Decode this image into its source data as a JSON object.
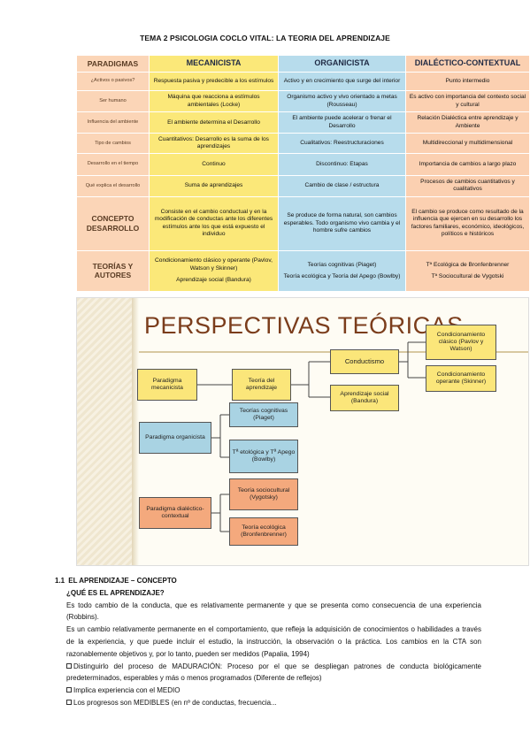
{
  "document": {
    "title": "TEMA 2 PSICOLOGIA COCLO VITAL: LA TEORIA DEL APRENDIZAJE"
  },
  "table": {
    "headers": [
      "PARADIGMAS",
      "MECANICISTA",
      "ORGANICISTA",
      "DIALÉCTICO-CONTEXTUAL"
    ],
    "rows": [
      [
        "¿Activos o pasivos?",
        "Respuesta pasiva y predecible a los estímulos",
        "Activo y en crecimiento que surge del interior",
        "Punto intermedio"
      ],
      [
        "Ser humano",
        "Máquina que reacciona a estímulos ambientales (Locke)",
        "Organismo activo y vivo orientado a metas (Rousseau)",
        "Es activo con importancia del contexto social y cultural"
      ],
      [
        "Influencia del ambiente",
        "El ambiente determina el Desarrollo",
        "El ambiente puede acelerar o frenar el Desarrollo",
        "Relación Dialéctica entre aprendizaje y Ambiente"
      ],
      [
        "Tipo de cambios",
        "Cuantitativos: Desarrollo es la suma de los aprendizajes",
        "Cualitativos: Reestructuraciones",
        "Multidireccional y multidimensional"
      ],
      [
        "Desarrollo en el tiempo",
        "Continuo",
        "Discontinuo: Etapas",
        "Importancia de cambios a largo plazo"
      ],
      [
        "Qué explica el desarrollo",
        "Suma de aprendizajes",
        "Cambio de clase / estructura",
        "Procesos de cambios cuantitativos y cualitativos"
      ],
      [
        "CONCEPTO DESARROLLO",
        "Consiste en el cambio conductual y en la modificación de conductas ante los diferentes estímulos ante los que está expuesto el individuo",
        "Se produce de forma natural, son cambios esperables. Todo organismo vivo cambia y el hombre sufre cambios",
        "El cambio se produce como resultado de la influencia que ejercen en su desarrollo los factores familiares, económico, ideológicos, políticos e históricos"
      ],
      [
        "TEORÍAS Y AUTORES",
        "Condicionamiento clásico y operante (Pavlov, Watson y Skinner)|Aprendizaje social (Bandura)",
        "Teorías cognitivas (Piaget)|Teoría ecológica y Teoría del Apego (Bowlby)",
        "Tª Ecológica de Bronfenbrenner|Tª Sociocultural de Vygotski"
      ]
    ]
  },
  "slide": {
    "title": "PERSPECTIVAS TEÓRICAS",
    "boxes": {
      "paradigma_mecanicista": "Paradigma mecanicista",
      "teoria_aprendizaje": "Teoría del aprendizaje",
      "conductismo": "Conductismo",
      "aprendizaje_social": "Aprendizaje social (Bandura)",
      "cond_clasico": "Condicionamiento clásico (Pavlov y Watson)",
      "cond_operante": "Condicionamiento operante (Skinner)",
      "paradigma_organicista": "Paradigma organicista",
      "teorias_cognitivas": "Teorías cognitivas (Piaget)",
      "t_ecologica_apego": "Tª etológica y Tª Apego (Bowlby)",
      "paradigma_dialectico": "Paradigma dialéctico-contextual",
      "teoria_sociocultural": "Teoría sociocultural (Vygotsky)",
      "teoria_ecologica": "Teoría ecológica (Bronfenbrenner)"
    }
  },
  "section": {
    "number": "1.1",
    "heading": "EL APRENDIZAJE – CONCEPTO",
    "question": "¿QUÉ ES EL APRENDIZAJE?",
    "para1": "Es todo cambio de la conducta, que es relativamente permanente y que se presenta como consecuencia de una experiencia (Robbins).",
    "para2": "Es un cambio relativamente permanente en el comportamiento, que refleja la adquisición de conocimientos o habilidades a través de la experiencia, y que puede incluir el estudio, la instrucción, la observación o la práctica. Los cambios en la CTA son razonablemente objetivos y, por lo tanto, pueden ser medidos (Papalia, 1994)",
    "bullet1": "Distinguirlo del proceso de MADURACIÓN: Proceso por el que se despliegan patrones de conducta biológicamente predeterminados, esperables y más o menos programados (Diferente de reflejos)",
    "bullet2": "Implica experiencia con el MEDIO",
    "bullet3": "Los progresos son MEDIBLES (en nº de conductas, frecuencia..."
  }
}
